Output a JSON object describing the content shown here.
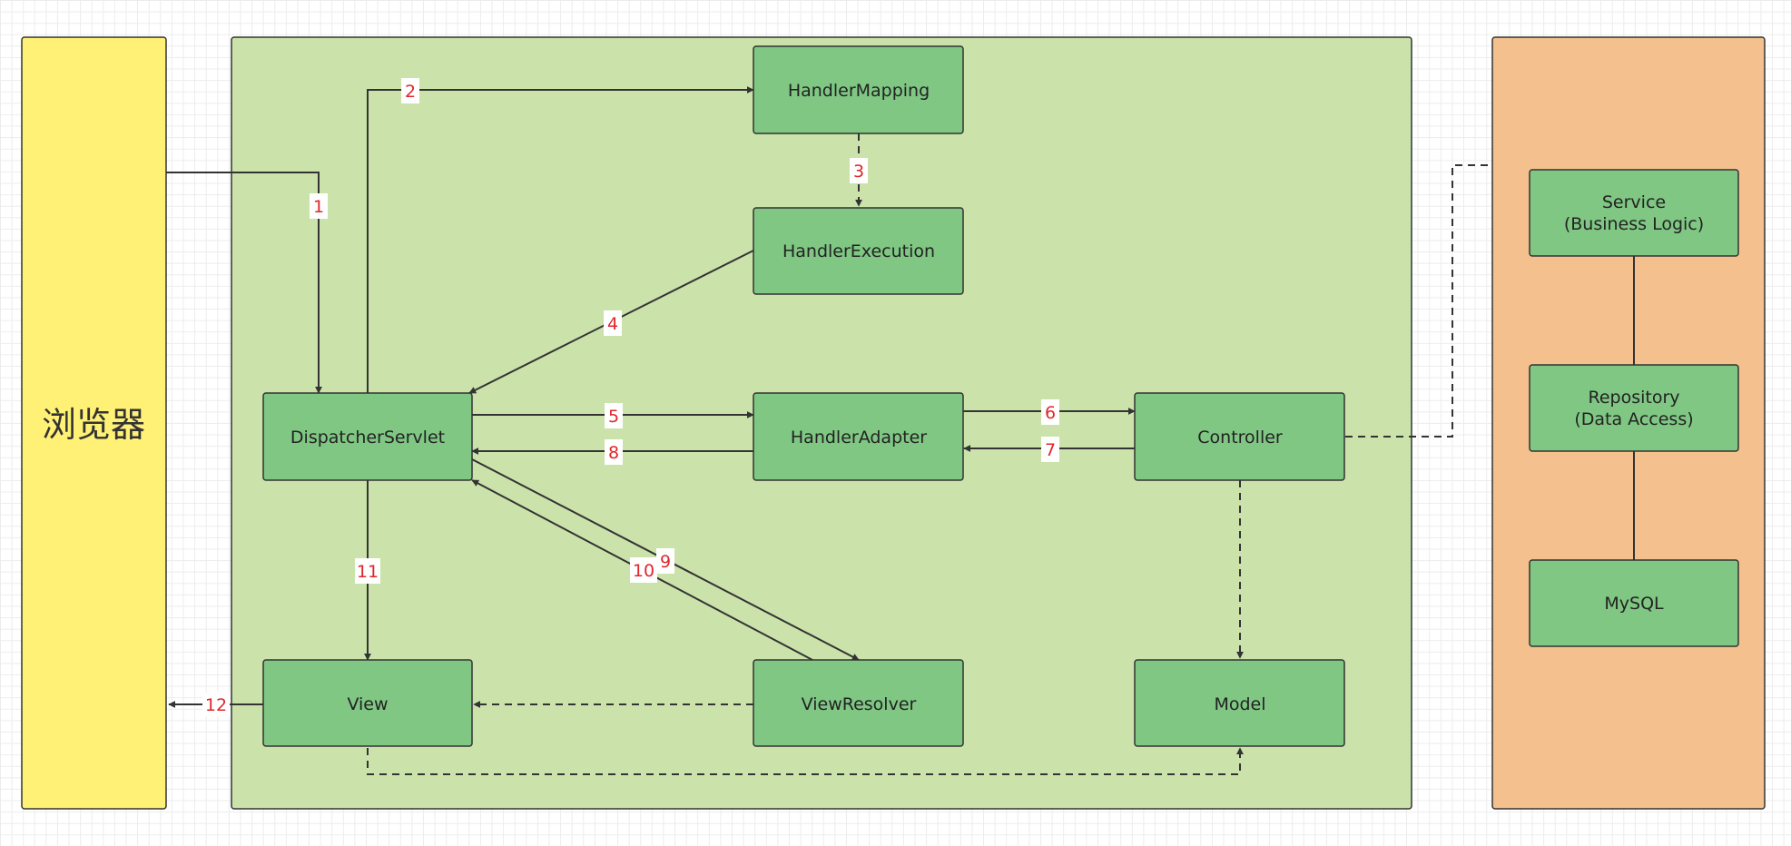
{
  "browser": {
    "label": "浏览器"
  },
  "nodes": {
    "handler_mapping": "HandlerMapping",
    "handler_execution": "HandlerExecution",
    "dispatcher_servlet": "DispatcherServlet",
    "handler_adapter": "HandlerAdapter",
    "controller": "Controller",
    "view": "View",
    "view_resolver": "ViewResolver",
    "model": "Model",
    "service_line1": "Service",
    "service_line2": "(Business Logic)",
    "repository_line1": "Repository",
    "repository_line2": "(Data Access)",
    "mysql": "MySQL"
  },
  "edges": {
    "e1": "1",
    "e2": "2",
    "e3": "3",
    "e4": "4",
    "e5": "5",
    "e6": "6",
    "e7": "7",
    "e8": "8",
    "e9": "9",
    "e10": "10",
    "e11": "11",
    "e12": "12"
  },
  "colors": {
    "browser_fill": "#fff176",
    "container_fill": "#cbe3ab",
    "backend_fill": "#f4c18e",
    "node_fill": "#7fc783",
    "stroke": "#333333",
    "edge_label": "#e0262b"
  }
}
